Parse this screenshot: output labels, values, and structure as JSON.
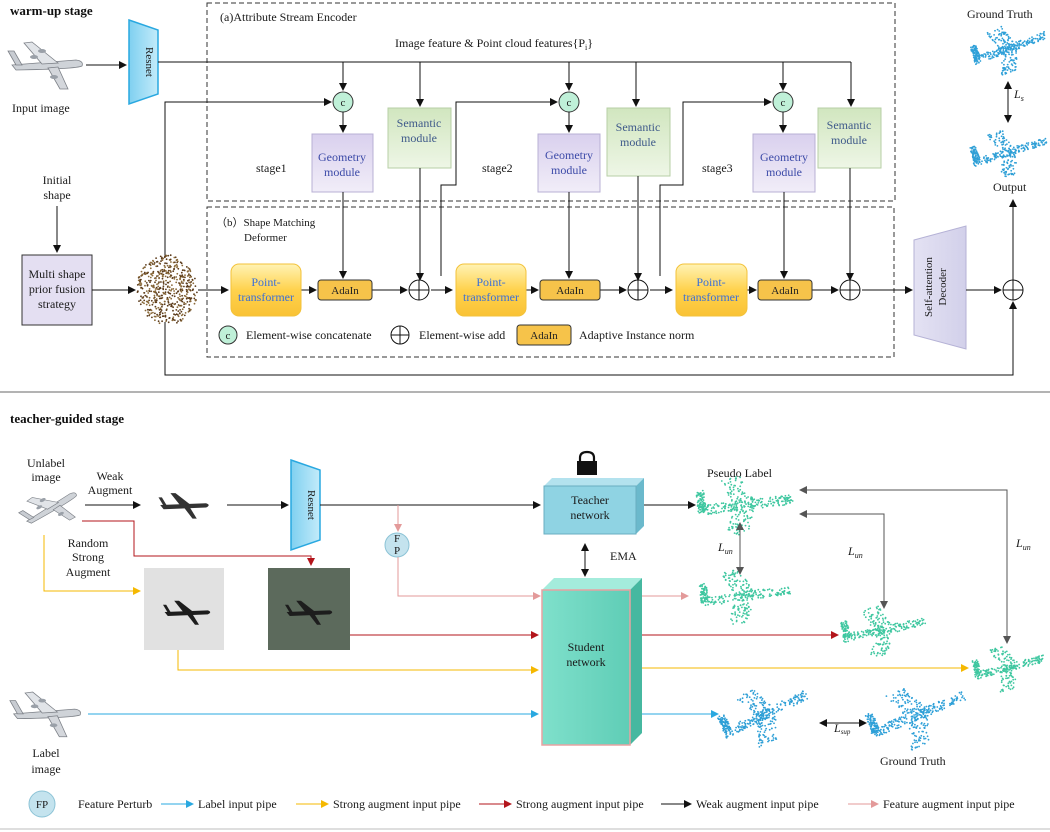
{
  "warmup": {
    "title": "warm-up stage",
    "encoder_title": "(a)Attribute Stream Encoder",
    "feature_caption": "Image feature &  Point cloud features{P",
    "feature_sub": "i",
    "feature_close": "}",
    "input_image": "Input image",
    "resnet": "Resnet",
    "initial_shape_1": "Initial",
    "initial_shape_2": "shape",
    "multi_shape_1": "Multi shape",
    "multi_shape_2": "prior fusion",
    "multi_shape_3": "strategy",
    "stage1": "stage1",
    "stage2": "stage2",
    "stage3": "stage3",
    "geometry_1": "Geometry",
    "geometry_2": "module",
    "semantic_1": "Semantic",
    "semantic_2": "module",
    "deformer_title_1": "（b）Shape Matching",
    "deformer_title_2": "Deformer",
    "point_1": "Point-",
    "point_2": "transformer",
    "adain": "AdaIn",
    "concat_symbol": "c",
    "legend_concat": "Element-wise concatenate",
    "legend_add": "Element-wise add",
    "legend_adain": "Adaptive Instance norm",
    "decoder_1": "Self-attention",
    "decoder_2": "Decoder",
    "ground_truth": "Ground Truth",
    "loss_s": "L",
    "loss_s_sub": "s",
    "output": "Output"
  },
  "teacher": {
    "title": "teacher-guided stage",
    "unlabel_1": "Unlabel",
    "unlabel_2": "image",
    "weak_1": "Weak",
    "weak_2": "Augment",
    "random_1": "Random",
    "random_2": "Strong",
    "random_3": "Augment",
    "resnet": "Resnet",
    "fp_1": "F",
    "fp_2": "P",
    "teacher_1": "Teacher",
    "teacher_2": "network",
    "ema": "EMA",
    "student_1": "Student",
    "student_2": "network",
    "pseudo_label": "Pseudo Label",
    "loss_un": "L",
    "loss_un_sub": "un",
    "loss_sup": "L",
    "loss_sup_sub": "sup",
    "label_1": "Label",
    "label_2": "image",
    "ground_truth": "Ground Truth"
  },
  "legend": {
    "fp_symbol": "FP",
    "fp_text": "Feature Perturb",
    "label_pipe": "Label  input pipe",
    "strong_pipe_1": "Strong augment  input pipe",
    "strong_pipe_2": "Strong augment  input pipe",
    "weak_pipe": "Weak augment  input pipe",
    "feature_pipe": "Feature augment  input pipe"
  },
  "colors": {
    "label_pipe": "#29a8e0",
    "strong_yellow": "#f5b800",
    "strong_red": "#b3141b",
    "weak": "#111111",
    "feature": "#e39a9a",
    "geometry_fill": "#e4ddf1",
    "semantic_fill": "#dceccf",
    "point_fill": "#ffd24d",
    "teacher_fill": "#8fd3e3",
    "student_fill": "#75dcc6",
    "concat_fill": "#bff0d8"
  },
  "icons": [
    "airplane-photo-icon",
    "point-cloud-airplane-icon",
    "lock-icon",
    "noise-cloud-icon"
  ]
}
